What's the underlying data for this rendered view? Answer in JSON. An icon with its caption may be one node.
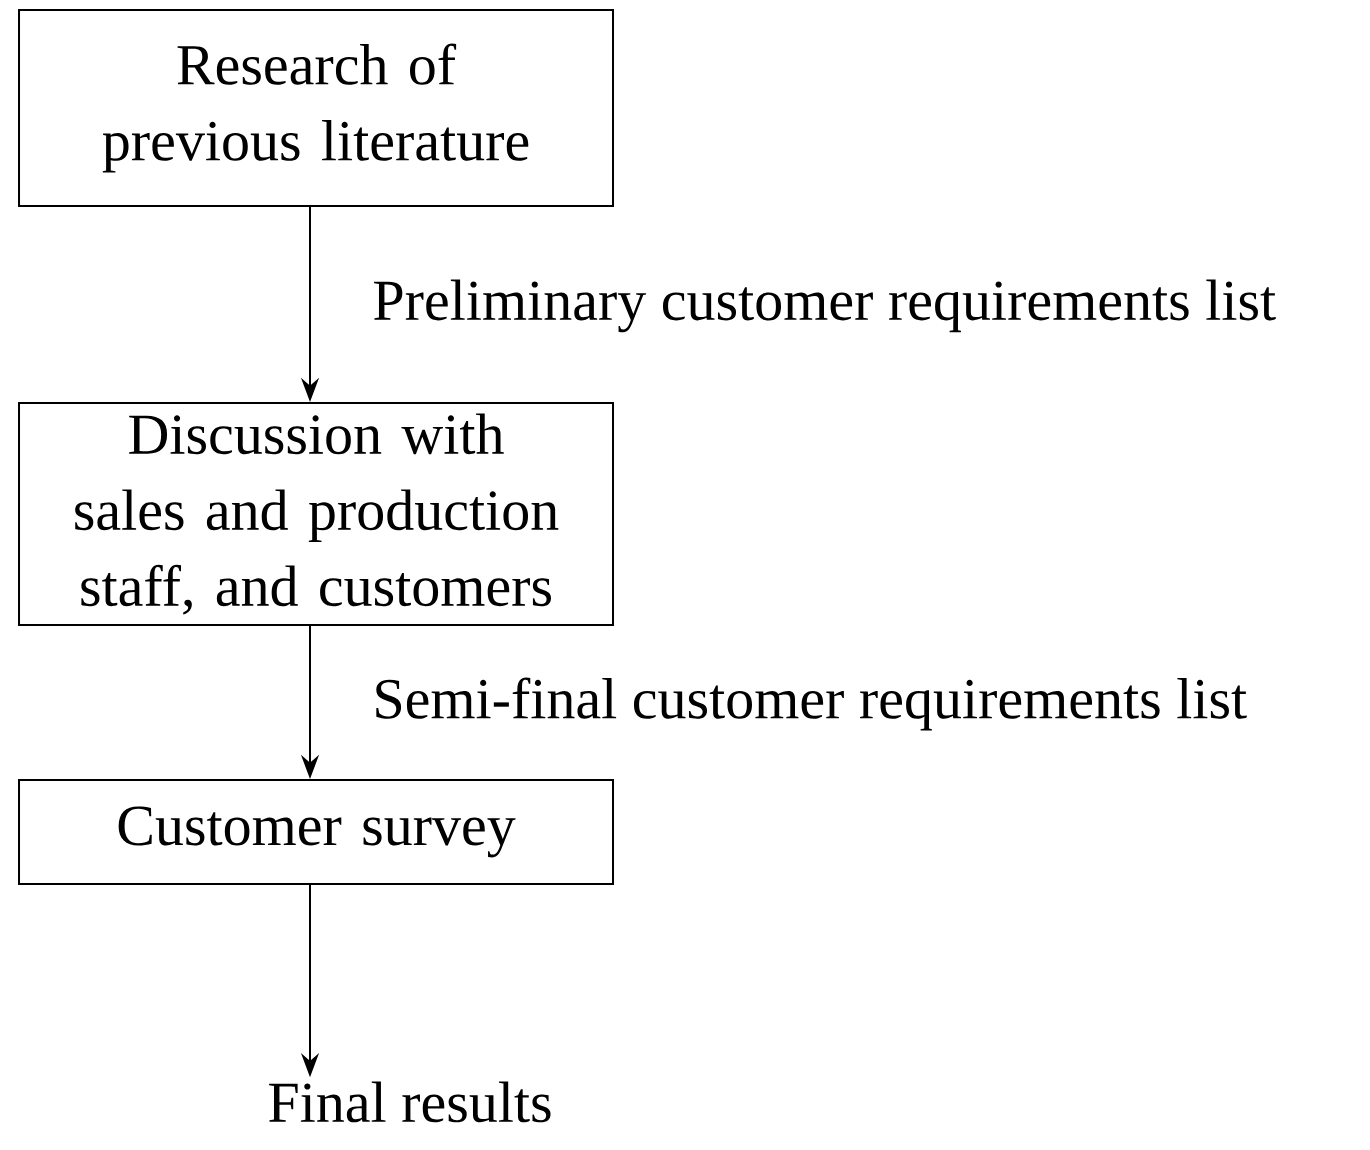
{
  "diagram": {
    "nodes": [
      {
        "text": [
          "Research of previous literature"
        ]
      },
      {
        "text": [
          "Discussion with sales and production staff, and customers"
        ]
      },
      {
        "text": [
          "Customer survey"
        ]
      },
      {
        "text": [
          "Final results"
        ]
      }
    ],
    "edges": [
      {
        "from": 0,
        "to": 1,
        "arrow": "to",
        "label": "Preliminary customer requirements list"
      },
      {
        "from": 1,
        "to": 2,
        "arrow": "to",
        "label": "Semi-final customer requirements list"
      },
      {
        "from": 2,
        "to": 3,
        "arrow": "to"
      }
    ]
  }
}
